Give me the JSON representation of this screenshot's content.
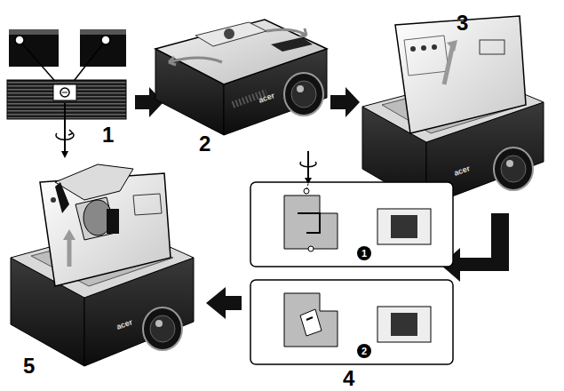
{
  "diagram": {
    "labels": [
      "1",
      "2",
      "3",
      "4",
      "5",
      "1",
      "2",
      "acer",
      "acer",
      "acer"
    ]
  }
}
